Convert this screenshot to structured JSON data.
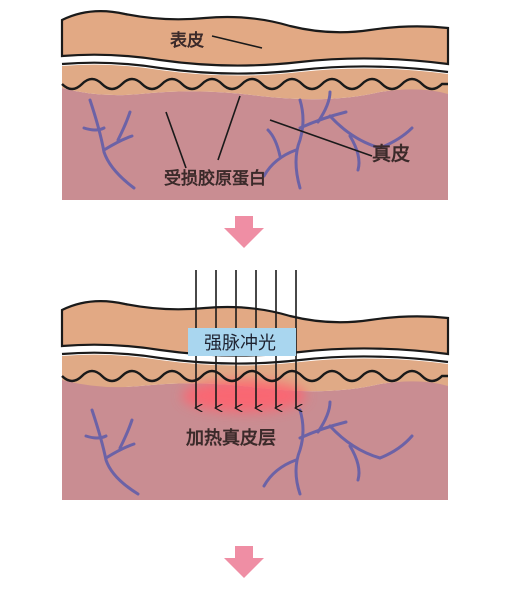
{
  "panel1": {
    "label_epidermis": "表皮",
    "label_collagen": "受损胶原蛋白",
    "label_dermis": "真皮"
  },
  "panel2": {
    "label_ipl": "强脉冲光",
    "label_heat": "加热真皮层"
  },
  "colors": {
    "dermis": "#c98d92",
    "middle_band": "#e0aa86",
    "epidermis": "#e2a984",
    "outline": "#1a1a1a",
    "vessel": "#6c62a6",
    "arrow": "#ef8ea4",
    "ipl_box": "#a9d6ef",
    "heat_glow": "#ff6470"
  },
  "icons": [
    "down-arrow-icon",
    "light-ray-arrow-icon"
  ]
}
